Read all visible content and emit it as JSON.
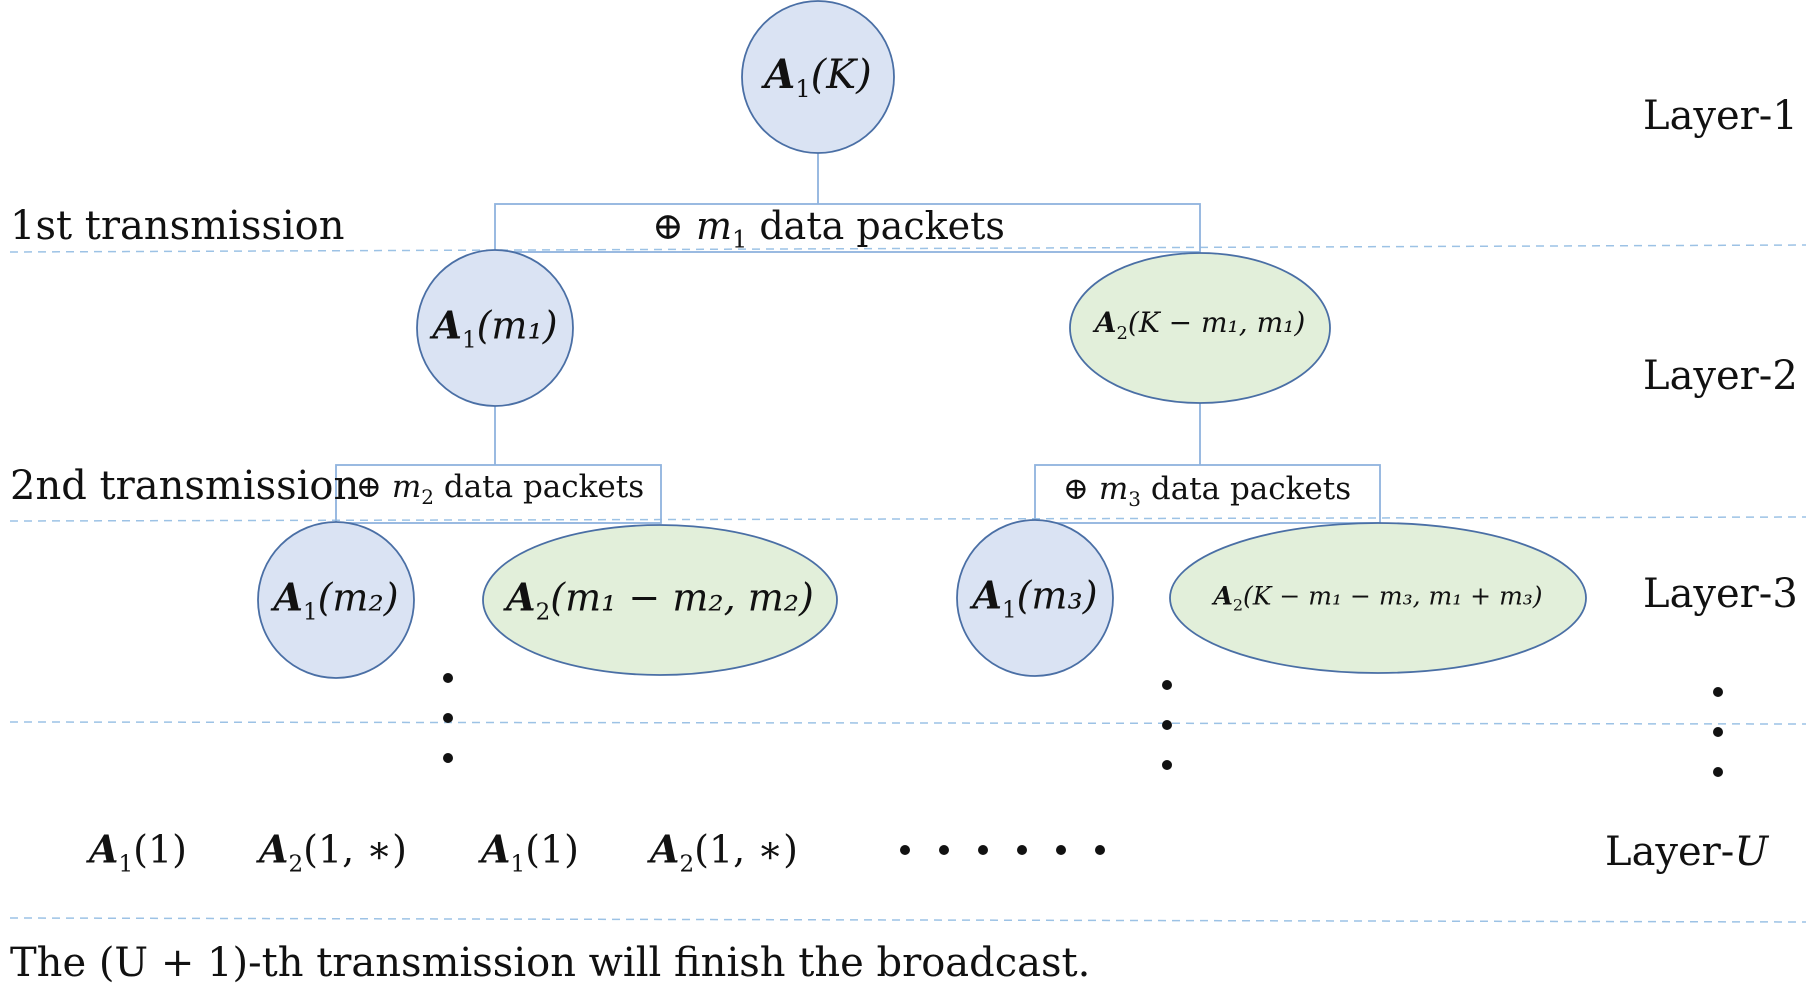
{
  "layers": {
    "l1": "Layer-1",
    "l2": "Layer-2",
    "l3": "Layer-3",
    "lU_prefix": "Layer-",
    "lU_var": "U"
  },
  "transmissions": {
    "t1": "1st transmission",
    "t2": "2nd transmission"
  },
  "packets": {
    "p1": {
      "oplus": "⊕",
      "var": "m",
      "sub": "1",
      "text": "data packets"
    },
    "p2": {
      "oplus": "⊕",
      "var": "m",
      "sub": "2",
      "text": "data packets"
    },
    "p3": {
      "oplus": "⊕",
      "var": "m",
      "sub": "3",
      "text": "data packets"
    }
  },
  "nodes": {
    "root": {
      "sym": "A",
      "sub": "1",
      "arg": "(K)"
    },
    "l2a": {
      "sym": "A",
      "sub": "1",
      "arg": "(m₁)"
    },
    "l2b": {
      "sym": "A",
      "sub": "2",
      "arg": "(K − m₁, m₁)"
    },
    "l3a": {
      "sym": "A",
      "sub": "1",
      "arg": "(m₂)"
    },
    "l3b": {
      "sym": "A",
      "sub": "2",
      "arg": "(m₁ − m₂, m₂)"
    },
    "l3c": {
      "sym": "A",
      "sub": "1",
      "arg": "(m₃)"
    },
    "l3d": {
      "sym": "A",
      "sub": "2",
      "arg": "(K − m₁ − m₃, m₁ + m₃)"
    }
  },
  "leaves": [
    {
      "sym": "A",
      "sub": "1",
      "arg": "(1)"
    },
    {
      "sym": "A",
      "sub": "2",
      "arg": "(1, ∗)"
    },
    {
      "sym": "A",
      "sub": "1",
      "arg": "(1)"
    },
    {
      "sym": "A",
      "sub": "2",
      "arg": "(1, ∗)"
    }
  ],
  "footer": "The (U + 1)-th transmission will finish the broadcast.",
  "colors": {
    "blue_fill": "#dae3f3",
    "green_fill": "#e2efda",
    "node_stroke": "#4a6fa5",
    "line": "#8fb3de",
    "dash": "#9cc2e5"
  }
}
